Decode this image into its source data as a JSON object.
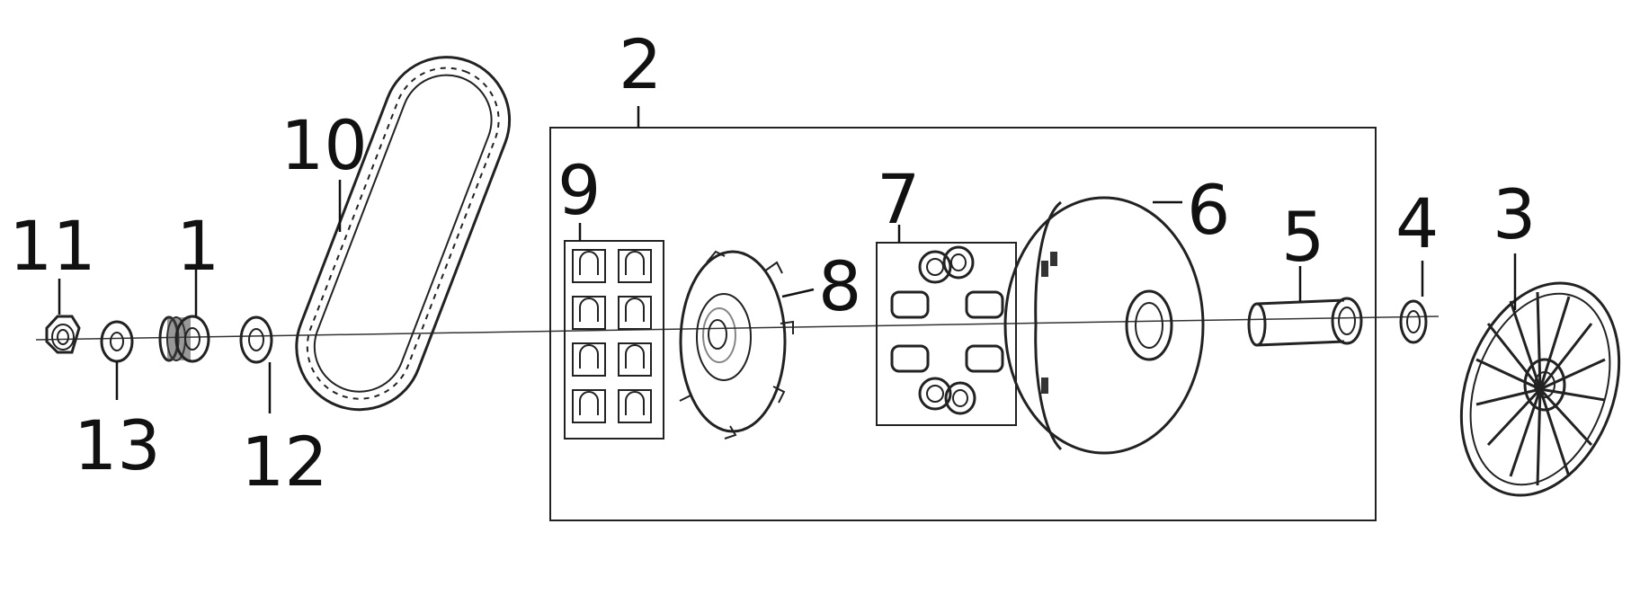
{
  "callouts": {
    "c1": "1",
    "c2": "2",
    "c3": "3",
    "c4": "4",
    "c5": "5",
    "c6": "6",
    "c7": "7",
    "c8": "8",
    "c9": "9",
    "c10": "10",
    "c11": "11",
    "c12": "12",
    "c13": "13"
  },
  "colors": {
    "line": "#222222",
    "text": "#111111",
    "background": "#ffffff"
  }
}
